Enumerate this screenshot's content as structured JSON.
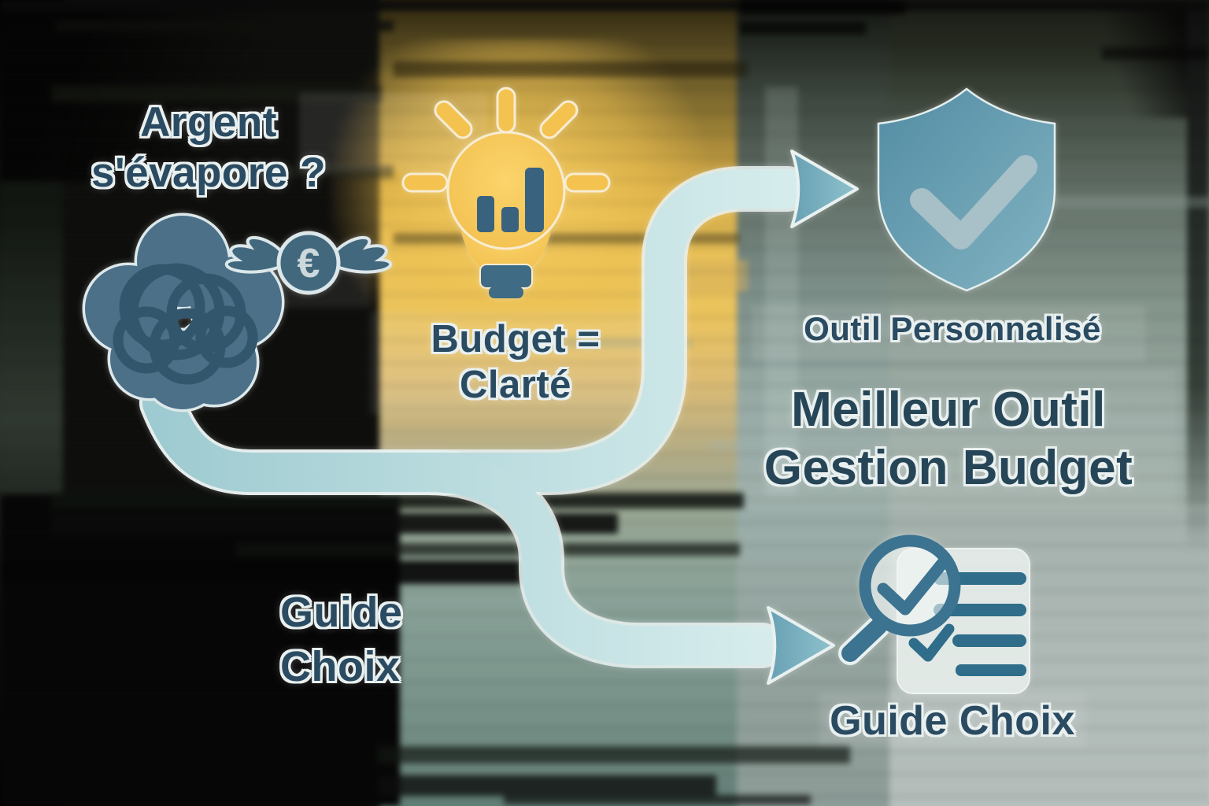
{
  "page": {
    "kind": "infographic-flow-diagram",
    "language": "fr"
  },
  "nodes": {
    "problem": {
      "line1": "Argent",
      "line2": "s'évapore ?",
      "euro_symbol": "€"
    },
    "idea": {
      "line1": "Budget =",
      "line2": "Clarté"
    },
    "solution": {
      "kicker": "Outil Personnalisé",
      "title_line1": "Meilleur Outil",
      "title_line2": "Gestion Budget"
    },
    "guide": {
      "line1": "Guide",
      "line2": "Choix"
    },
    "guide_result": {
      "label": "Guide Choix"
    }
  },
  "icons": {
    "problem_cloud": "tangled-scribble-cloud-icon",
    "problem_money": "winged-euro-coin-icon",
    "idea_bulb": "lightbulb-bar-chart-icon",
    "solution_shield": "shield-checkmark-icon",
    "result_checklist": "checklist-magnifier-icon",
    "flow_upper": "curved-arrow-to-shield",
    "flow_lower": "curved-arrow-to-checklist"
  },
  "colors": {
    "heading_text": "#2a4b61",
    "text_outline": "#e9f0ef",
    "pipe_start": "#9ecbd1",
    "pipe_end": "#d6ecec",
    "arrowhead_start": "#68a0b4",
    "arrowhead_end": "#8ec2cc",
    "bulb_yellow": "#f2c050",
    "bulb_highlight": "#fbd46b",
    "steel_blue": "#4b7088",
    "scribble": "#32566c",
    "shield_start": "#538ca4",
    "shield_end": "#82b4c2",
    "icon_teal": "#3c7390",
    "list_line": "#2f6d8a",
    "gold_band": "#eec455",
    "card_bg": "#e4ebe8"
  }
}
